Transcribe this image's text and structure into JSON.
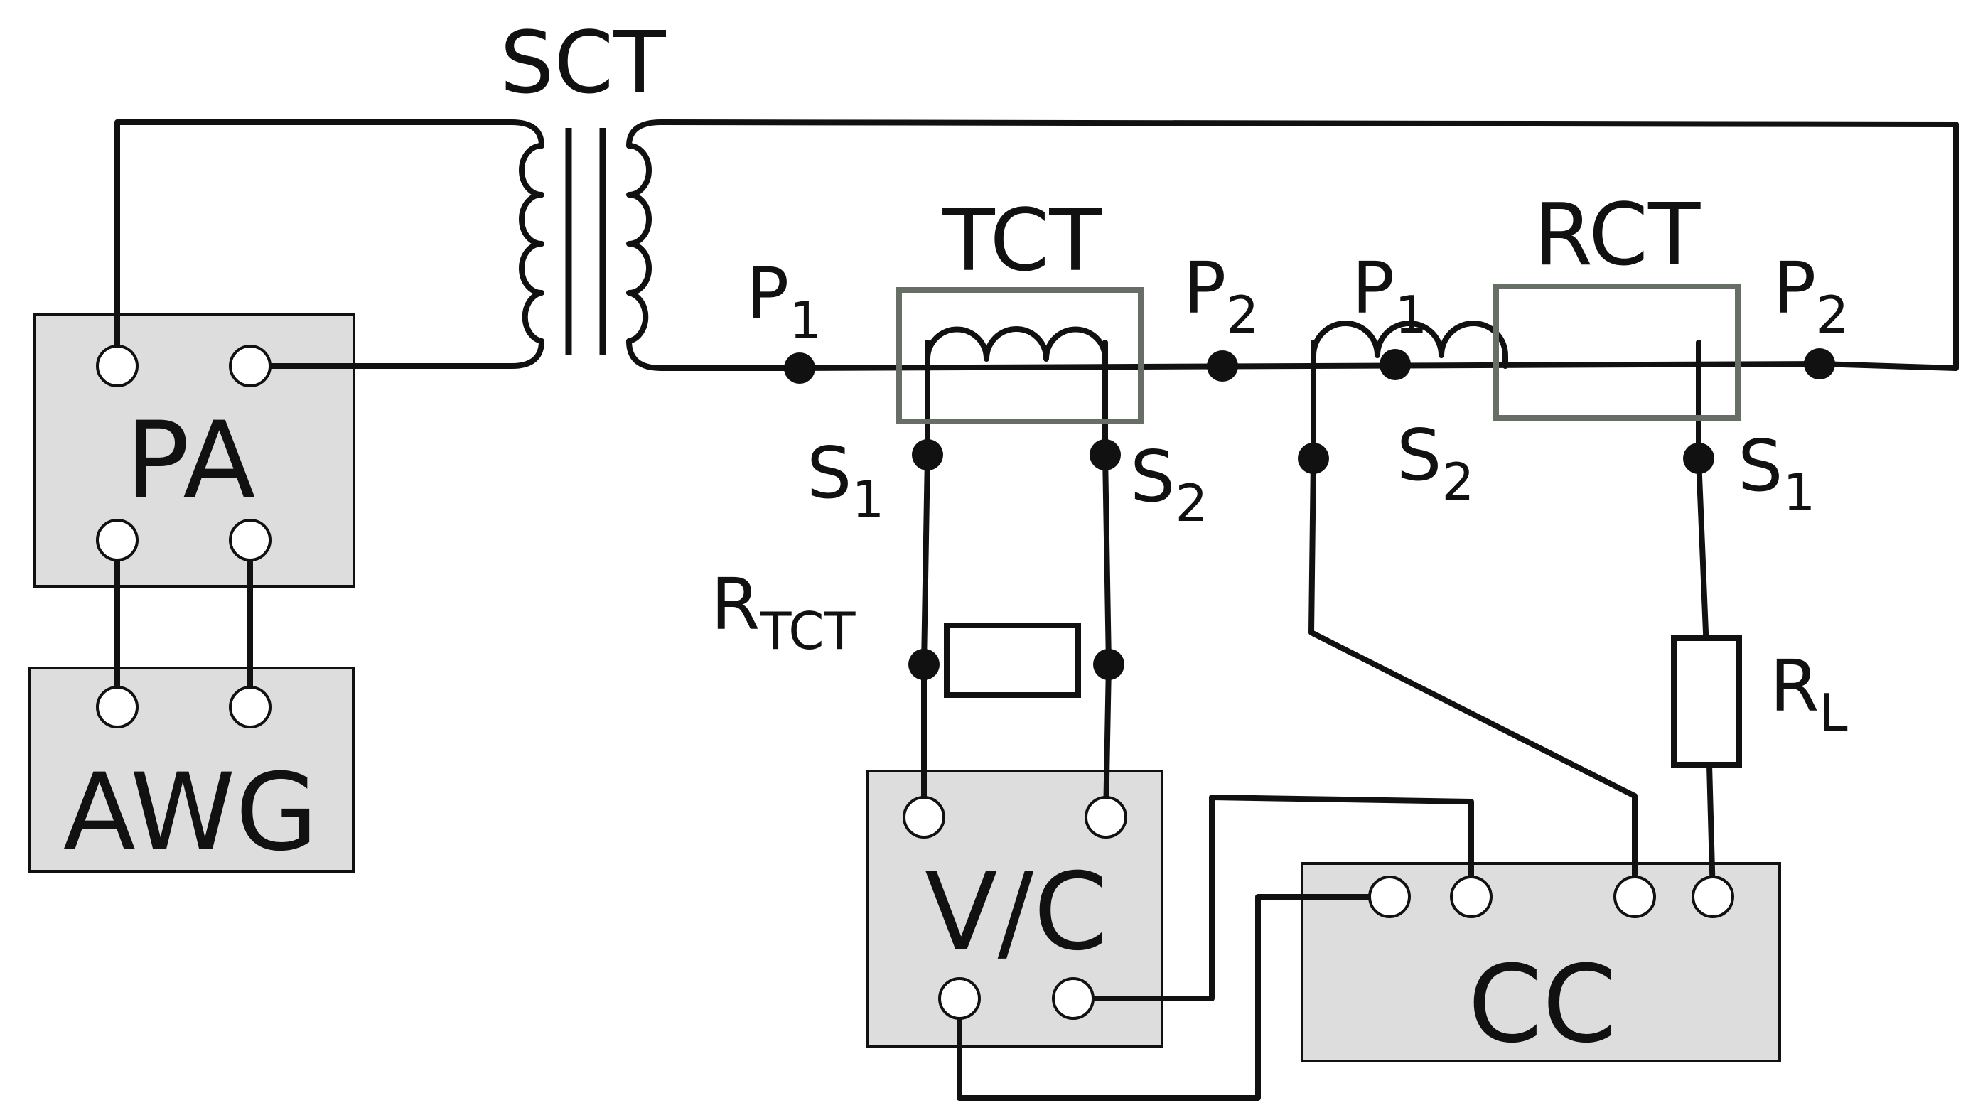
{
  "blocks": {
    "pa": "PA",
    "awg": "AWG",
    "vc": "V/C",
    "cc": "CC"
  },
  "transformers": {
    "sct": "SCT",
    "tct": "TCT",
    "rct": "RCT"
  },
  "pins": {
    "tct_p1": {
      "main": "P",
      "sub": "1"
    },
    "tct_p2": {
      "main": "P",
      "sub": "2"
    },
    "rct_p1": {
      "main": "P",
      "sub": "1"
    },
    "rct_p2": {
      "main": "P",
      "sub": "2"
    },
    "tct_s1": {
      "main": "S",
      "sub": "1"
    },
    "tct_s2": {
      "main": "S",
      "sub": "2"
    },
    "rct_s2": {
      "main": "S",
      "sub": "2"
    },
    "rct_s1": {
      "main": "S",
      "sub": "1"
    }
  },
  "resistors": {
    "rtct": {
      "main": "R",
      "sub": "TCT"
    },
    "rl": {
      "main": "R",
      "sub": "L"
    }
  },
  "colors": {
    "wire": "#111111",
    "block_fill": "#dddddd",
    "ct_frame": "#666e66"
  }
}
